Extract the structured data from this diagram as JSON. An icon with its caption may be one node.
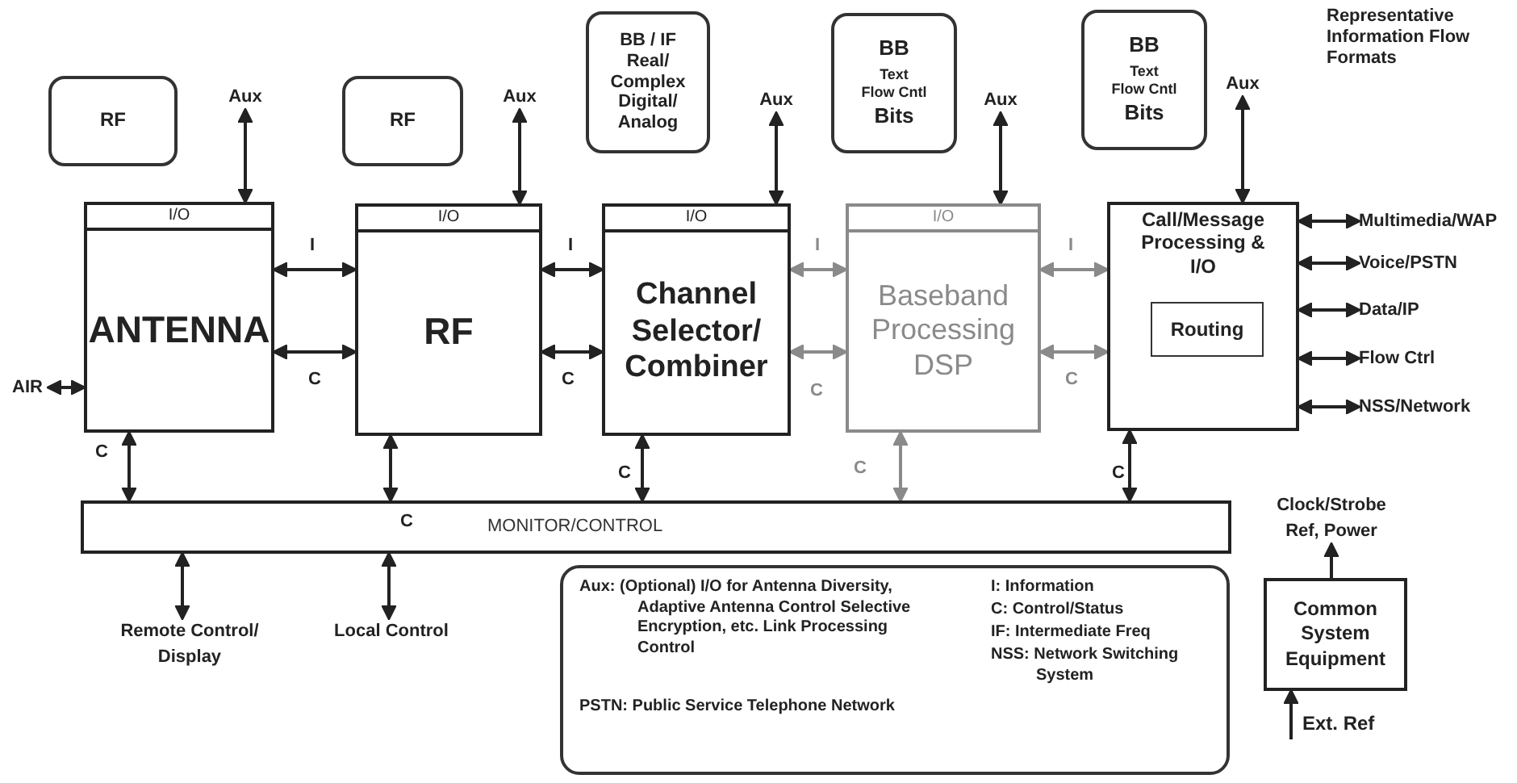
{
  "diagram": {
    "nodes": [
      {
        "text": [
          "RF"
        ]
      },
      {
        "text": [
          "RF"
        ]
      },
      {
        "text": [
          "BB / IF Real/ Complex Digital/ Analog"
        ]
      },
      {
        "text": [
          "BB",
          "Text Flow Cntl",
          "Bits"
        ]
      },
      {
        "text": [
          "BB",
          "Text Flow Cntl",
          "Bits"
        ]
      },
      {
        "text": [
          "Aux"
        ]
      },
      {
        "text": [
          "Aux"
        ]
      },
      {
        "text": [
          "Aux"
        ]
      },
      {
        "text": [
          "Aux"
        ]
      },
      {
        "text": [
          "Aux"
        ]
      },
      {
        "text": [
          "I/O",
          "ANTENNA"
        ]
      },
      {
        "text": [
          "I/O",
          "RF"
        ]
      },
      {
        "text": [
          "I/O",
          "Channel Selector/ Combiner"
        ]
      },
      {
        "text": [
          "I/O",
          "Baseband Processing DSP"
        ]
      },
      {
        "text": [
          "Call/Message Processing & I/O"
        ]
      },
      {
        "text": [
          "Routing"
        ],
        "in": 14
      },
      {
        "text": [
          "AIR"
        ]
      },
      {
        "text": [
          "Multimedia/WAP"
        ]
      },
      {
        "text": [
          "Voice/PSTN"
        ]
      },
      {
        "text": [
          "Data/IP"
        ]
      },
      {
        "text": [
          "Flow Ctrl"
        ]
      },
      {
        "text": [
          "NSS/Network"
        ]
      },
      {
        "text": [
          "MONITOR/CONTROL"
        ]
      },
      {
        "text": [
          "Remote Control/ Display"
        ]
      },
      {
        "text": [
          "Local Control"
        ]
      },
      {
        "text": [
          "Aux: (Optional) I/O for Antenna Diversity, Adaptive Antenna Control Selective Encryption, etc. Link Processing Control",
          "PSTN: Public Service Telephone Network",
          "I: Information",
          "C: Control/Status",
          "IF: Intermediate Freq",
          "NSS: Network Switching System"
        ]
      },
      {
        "text": [
          "Clock/Strobe Ref, Power"
        ]
      },
      {
        "text": [
          "Common System Equipment"
        ]
      },
      {
        "text": [
          "Ext. Ref"
        ]
      }
    ],
    "edges": [
      {
        "from": 5,
        "to": 10,
        "arrow": "both"
      },
      {
        "from": 6,
        "to": 11,
        "arrow": "both"
      },
      {
        "from": 7,
        "to": 12,
        "arrow": "both"
      },
      {
        "from": 8,
        "to": 13,
        "arrow": "both"
      },
      {
        "from": 9,
        "to": 14,
        "arrow": "both"
      },
      {
        "from": 10,
        "to": 11,
        "arrow": "both",
        "label": "I"
      },
      {
        "from": 10,
        "to": 11,
        "arrow": "both",
        "label": "C"
      },
      {
        "from": 11,
        "to": 12,
        "arrow": "both",
        "label": "I"
      },
      {
        "from": 11,
        "to": 12,
        "arrow": "both",
        "label": "C"
      },
      {
        "from": 12,
        "to": 13,
        "arrow": "both",
        "label": "I",
        "color": "#8a8a8a"
      },
      {
        "from": 12,
        "to": 13,
        "arrow": "both",
        "label": "C",
        "color": "#8a8a8a"
      },
      {
        "from": 13,
        "to": 14,
        "arrow": "both",
        "label": "I",
        "color": "#8a8a8a"
      },
      {
        "from": 13,
        "to": 14,
        "arrow": "both",
        "label": "C",
        "color": "#8a8a8a"
      },
      {
        "from": 10,
        "to": 16,
        "arrow": "both"
      },
      {
        "from": 14,
        "to": 17,
        "arrow": "both"
      },
      {
        "from": 14,
        "to": 18,
        "arrow": "both"
      },
      {
        "from": 14,
        "to": 19,
        "arrow": "both"
      },
      {
        "from": 14,
        "to": 20,
        "arrow": "both"
      },
      {
        "from": 14,
        "to": 21,
        "arrow": "both"
      },
      {
        "from": 10,
        "to": 22,
        "arrow": "both",
        "label": "C"
      },
      {
        "from": 11,
        "to": 22,
        "arrow": "both",
        "label": "C"
      },
      {
        "from": 12,
        "to": 22,
        "arrow": "both",
        "label": "C"
      },
      {
        "from": 13,
        "to": 22,
        "arrow": "both",
        "label": "C",
        "color": "#8a8a8a"
      },
      {
        "from": 14,
        "to": 22,
        "arrow": "both",
        "label": "C"
      },
      {
        "from": 22,
        "to": 23,
        "arrow": "both"
      },
      {
        "from": 22,
        "to": 24,
        "arrow": "both"
      },
      {
        "from": 27,
        "to": 26,
        "arrow": "to"
      },
      {
        "from": 28,
        "to": 27,
        "arrow": "to"
      }
    ],
    "labels": [
      "Representative Information Flow Formats"
    ]
  }
}
